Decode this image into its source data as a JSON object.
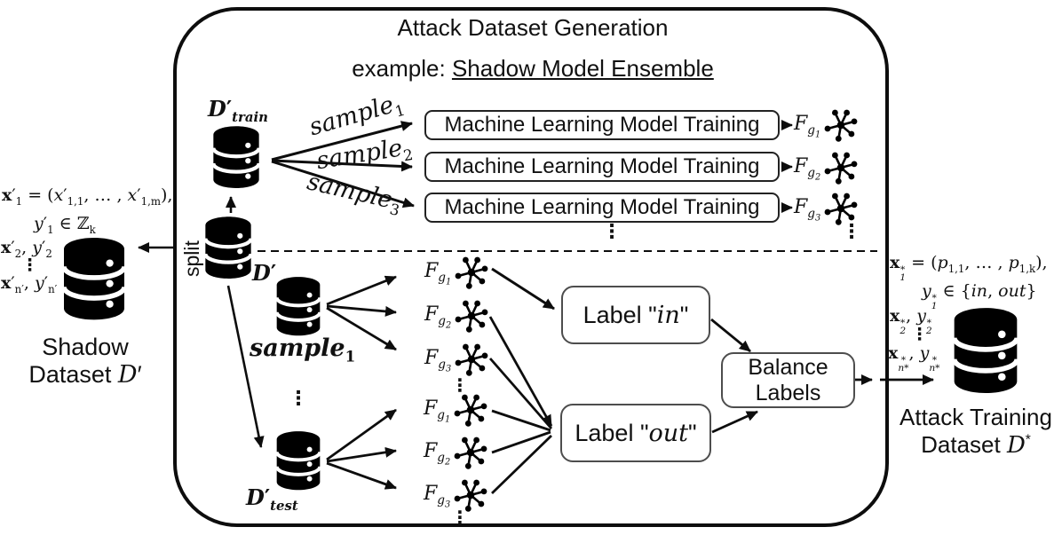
{
  "diagram": {
    "title": "Attack Dataset Generation",
    "subtitle_html": "example: <u>Shadow Model Ensemble</u>"
  },
  "shadow_dataset": {
    "rows_html": [
      "<b>x</b>′<sub>1</sub> = (<i>x</i>′<sub>1,1</sub>, … , <i>x</i>′<sub>1,m</sub>),",
      "<i>y</i>′<sub>1</sub> ∈ ℤ<sub>k</sub>",
      "<b>x</b>′<sub>2</sub>, <i>y</i>′<sub>2</sub>",
      "⋮",
      "<b>x</b>′<sub>n′</sub>, <i>y</i>′<sub>n′</sub>"
    ],
    "caption_line1": "Shadow",
    "caption_line2_html": "Dataset <i>D</i>′"
  },
  "split_label": "split",
  "inner": {
    "train_label_html": "<b><i>D</i>′<sub><i>train</i></sub></b>",
    "dprime_label_html": "<b><i>D</i>′</b>",
    "test_label_html": "<b><i>D</i>′<sub><i>test</i></sub></b>",
    "sample_db_label_html": "<b><i>sample</i><sub>1</sub></b>",
    "sample_arrow_labels_html": [
      "<i>sample</i><sub>1</sub>",
      "<i>sample</i><sub>2</sub>",
      "<i>sample</i><sub>3</sub>"
    ],
    "ml_box_label": "Machine Learning Model Training",
    "model_labels_html": [
      "<i>F</i><sub><i>g</i><sub>1</sub></sub>",
      "<i>F</i><sub><i>g</i><sub>2</sub></sub>",
      "<i>F</i><sub><i>g</i><sub>3</sub></sub>"
    ],
    "label_in_html": "Label \"<i>in</i>\"",
    "label_out_html": "Label \"<i>out</i>\"",
    "balance_label": "Balance Labels",
    "ellipsis": "⋮"
  },
  "attack_dataset": {
    "rows_html": [
      "<b>x</b><span class='ss'><span>*</span><span>1</span></span> = (<i>p</i><sub>1,1</sub>, … , <i>p</i><sub>1,k</sub>),",
      "<i>y</i><span class='ss'><span>*</span><span>1</span></span> ∈ {<i>in</i>, <i>out</i>}",
      "<b>x</b><span class='ss'><span>*</span><span>2</span></span>, <i>y</i><span class='ss'><span>*</span><span>2</span></span>",
      "⋮",
      "<b>x</b><span class='ss'><span>*</span><span>n*</span></span>, <i>y</i><span class='ss'><span>*</span><span>n*</span></span>"
    ],
    "caption_line1": "Attack Training",
    "caption_line2_html": "Dataset <i>D</i><sup>*</sup>"
  },
  "icons": {
    "database-icon": "stacked black cylinder (3 bands, white gaps, white dots)",
    "model-network-icon": "hub-and-spoke graph star",
    "arrow-icon": "black solid arrowhead"
  },
  "colors": {
    "ink": "#0d0d0d",
    "box_border": "#222222",
    "label_box_border": "#4d4d4d",
    "background": "#ffffff"
  }
}
